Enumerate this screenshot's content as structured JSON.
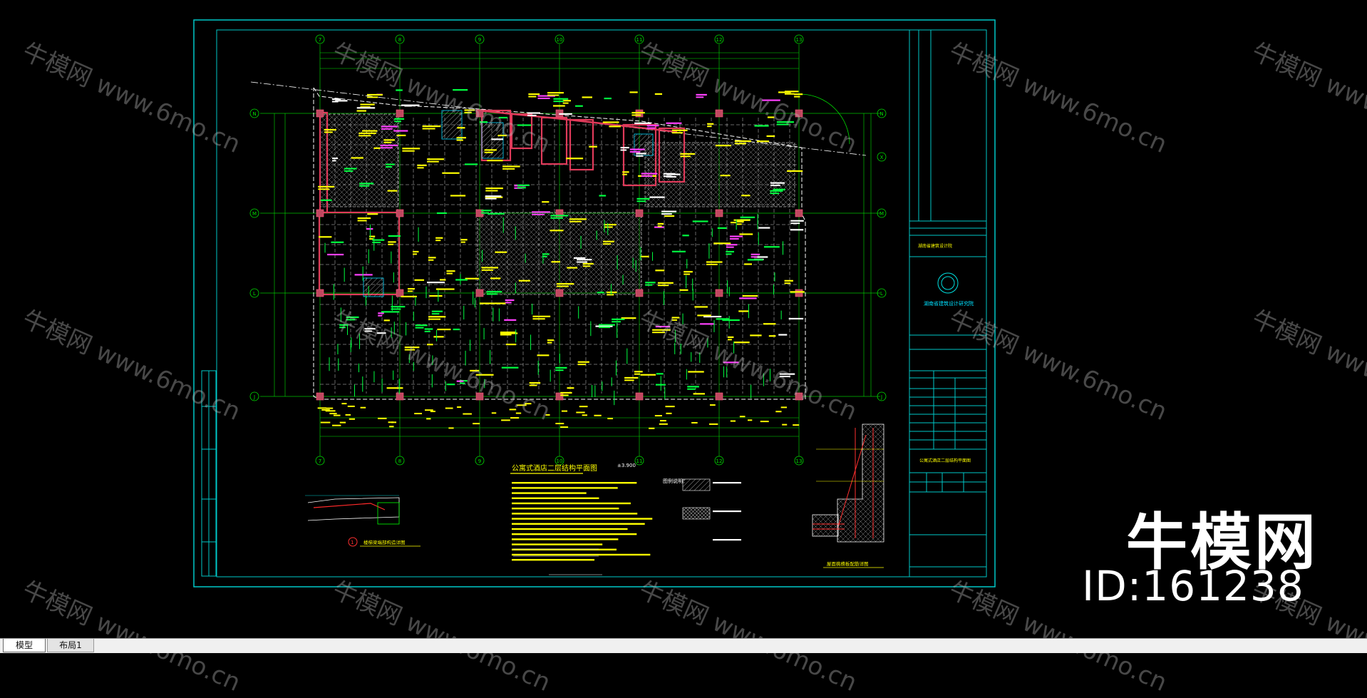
{
  "drawing": {
    "axis_top": [
      "7",
      "8",
      "9",
      "10",
      "11",
      "12",
      "13"
    ],
    "axis_left": [
      "N",
      "M",
      "L",
      "J"
    ],
    "axis_right": [
      "N",
      "X",
      "M",
      "L",
      "J"
    ],
    "plan_title": "公寓式酒店二层结构平面图",
    "elevation_mark": "±3.900",
    "legend_title": "图例说明：",
    "detail_label": "1",
    "detail_caption": "楼梯梁端部构造详图",
    "section_caption": "屋面挑檐板配筋详图",
    "title_block": {
      "company": "湖南省建筑设计研究院",
      "project": "公寓式酒店二层结构平面图"
    }
  },
  "watermarks": {
    "brand": "牛模网",
    "id_text": "ID:161238",
    "tile_text": "牛模网 www.6mo.cn"
  },
  "tabs": {
    "model": "模型",
    "layout1": "布局1"
  }
}
